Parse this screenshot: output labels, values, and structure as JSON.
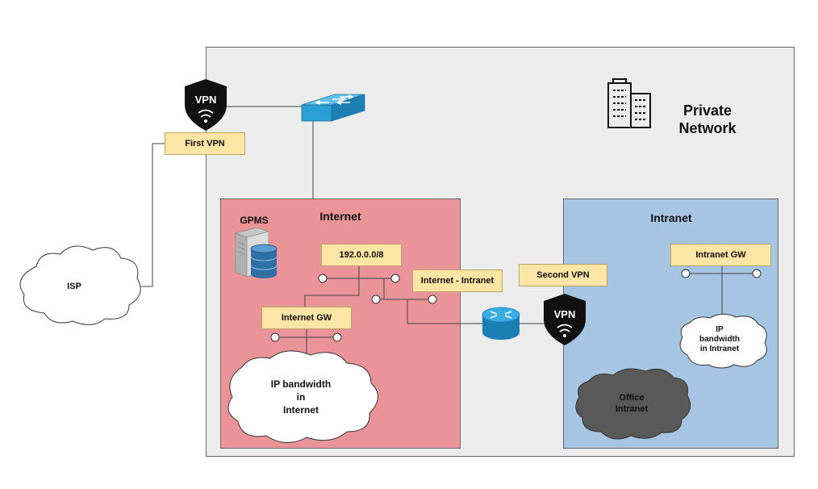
{
  "zones": {
    "private": "Private\nNetwork",
    "internet": "Internet",
    "intranet": "Intranet"
  },
  "labels": {
    "first_vpn": "First VPN",
    "second_vpn": "Second VPN",
    "subnet": "192.0.0.0/8",
    "internet_intranet": "Internet - Intranet",
    "internet_gw": "Internet GW",
    "intranet_gw": "Intranet GW"
  },
  "nodes": {
    "isp": "ISP",
    "gpms": "GPMS",
    "vpn_badge": "VPN",
    "ip_bandwidth_internet": "IP bandwidth\nin\nInternet",
    "ip_bandwidth_intranet": "IP\nbandwidth\nin Intranet",
    "office_intranet": "Office\nIntranet"
  },
  "colors": {
    "private_zone": "#ececec",
    "internet_zone": "#ea9399",
    "intranet_zone": "#a6c5e3",
    "label_fill": "#fde5a6",
    "switch_blue": "#2a9fd6",
    "office_cloud": "#595959"
  }
}
